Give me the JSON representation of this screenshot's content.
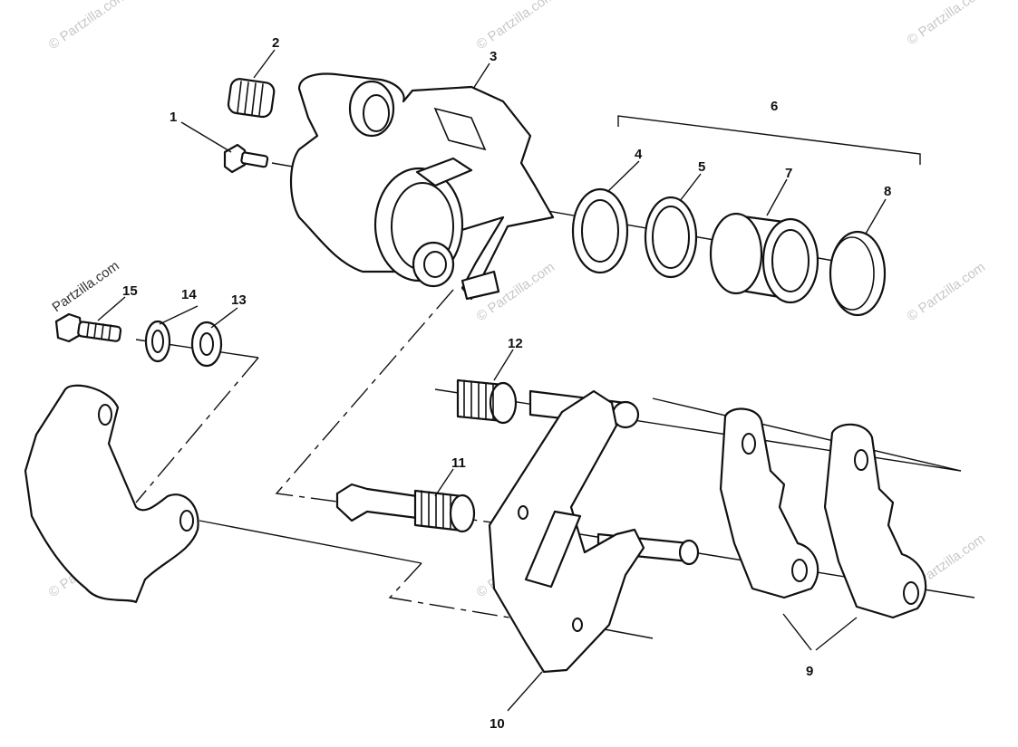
{
  "watermark": {
    "text": "© Partzilla.com",
    "corner_text": "Partzilla.com",
    "color": "#c8c8c8"
  },
  "callouts": {
    "c1": "1",
    "c2": "2",
    "c3": "3",
    "c4": "4",
    "c5": "5",
    "c6": "6",
    "c7": "7",
    "c8": "8",
    "c9": "9",
    "c10": "10",
    "c11": "11",
    "c12": "12",
    "c13": "13",
    "c14": "14",
    "c15": "15"
  },
  "line_color": "#111111",
  "background": "#ffffff"
}
